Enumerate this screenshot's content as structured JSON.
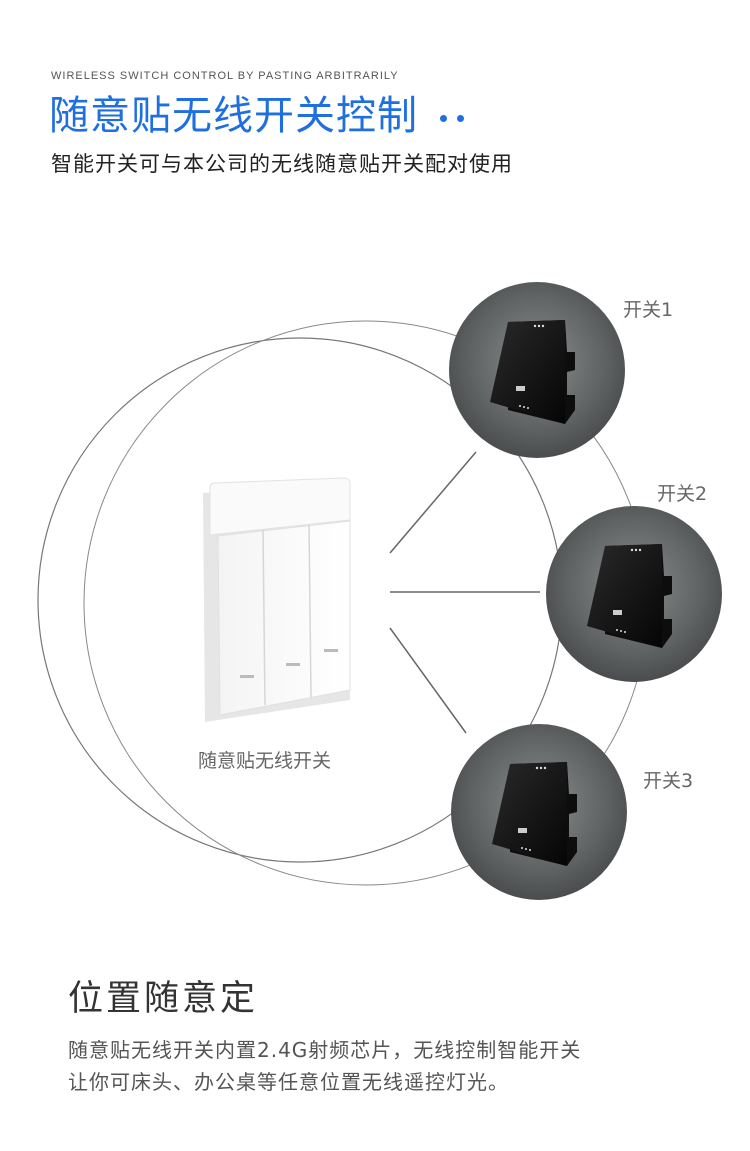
{
  "header": {
    "eyebrow": "WIRELESS SWITCH CONTROL BY PASTING ARBITRARILY",
    "title": "随意贴无线开关控制",
    "subtitle": "智能开关可与本公司的无线随意贴开关配对使用"
  },
  "diagram": {
    "remote_label": "随意贴无线开关",
    "switches": [
      {
        "label": "开关1"
      },
      {
        "label": "开关2"
      },
      {
        "label": "开关3"
      }
    ]
  },
  "section": {
    "title": "位置随意定",
    "line1": "随意贴无线开关内置2.4G射频芯片，无线控制智能开关",
    "line2": "让你可床头、办公桌等任意位置无线遥控灯光。"
  },
  "colors": {
    "accent": "#1f6fe0",
    "circle_bg": "#6a6d6e",
    "switch_panel": "#111111"
  }
}
